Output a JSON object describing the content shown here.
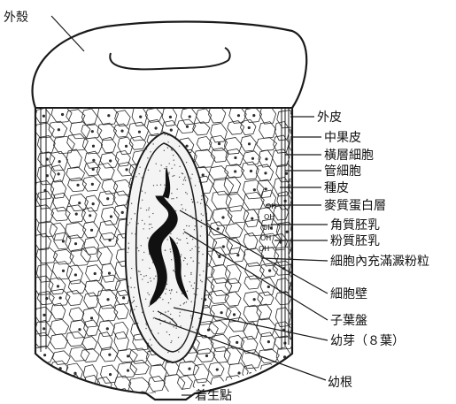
{
  "diagram": {
    "labels": {
      "pericarp_shell": "外殼",
      "epidermis": "外皮",
      "mesocarp": "中果皮",
      "cross_cells": "橫層細胞",
      "tube_cells": "管細胞",
      "seed_coat": "種皮",
      "aleurone": "麥質蛋白層",
      "horny_endosperm": "角質胚乳",
      "floury_endosperm": "粉質胚乳",
      "starch_grains": "細胞內充滿澱粉粒",
      "cell_wall": "細胞壁",
      "scutellum": "子葉盤",
      "plumule": "幼芽（８葉）",
      "radicle": "幼根",
      "hilum": "着生點"
    },
    "marks": {
      "oh": "OH"
    }
  }
}
